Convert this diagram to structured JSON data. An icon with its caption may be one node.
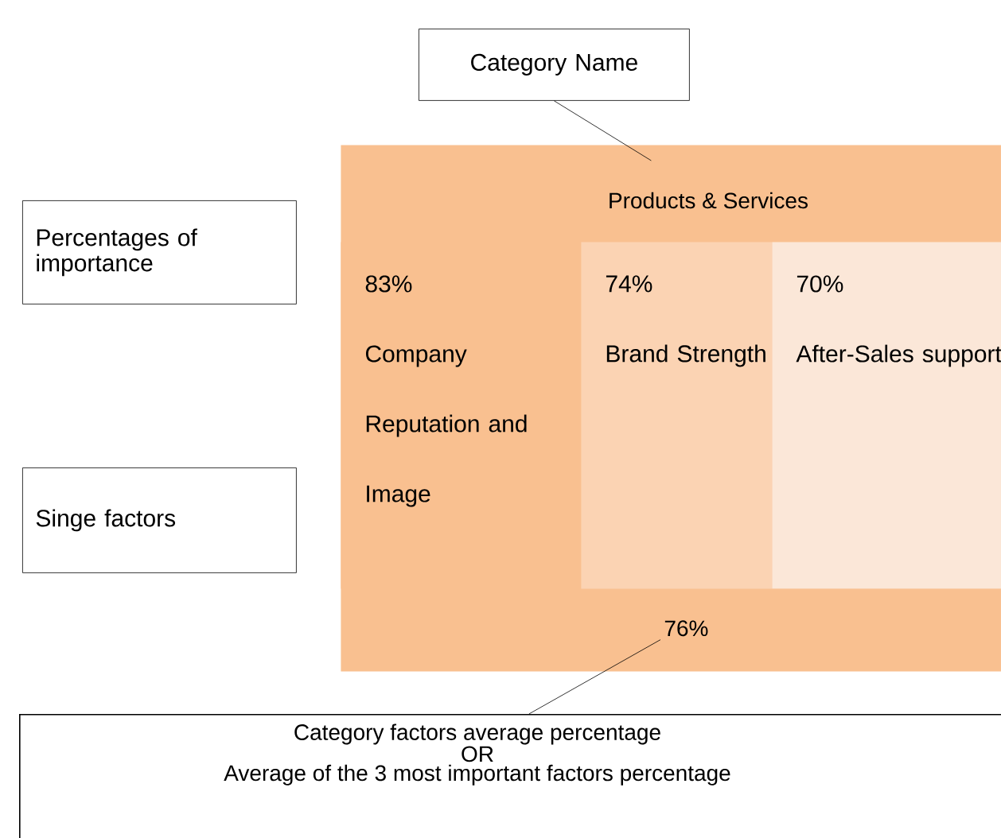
{
  "diagram": {
    "nodes": [
      {
        "text": [
          "Category Name"
        ]
      },
      {
        "text": [
          "Percentages of importance"
        ]
      },
      {
        "text": [
          "Singe factors"
        ]
      },
      {
        "text": [
          "Products & Services"
        ]
      },
      {
        "text": [
          "83%",
          "Company Reputation and Image"
        ],
        "in": 3
      },
      {
        "text": [
          "74%",
          "Brand Strength"
        ],
        "in": 3
      },
      {
        "text": [
          "70%",
          "After-Sales support"
        ],
        "in": 3
      },
      {
        "text": [
          "76%"
        ],
        "in": 3
      },
      {
        "text": [
          "Category factors average percentage",
          "OR",
          "Average of the 3 most important factors percentage"
        ]
      }
    ],
    "edges": [
      {
        "from": 0,
        "to": 3,
        "arrow": "none"
      },
      {
        "from": 7,
        "to": 8,
        "arrow": "none"
      }
    ]
  }
}
